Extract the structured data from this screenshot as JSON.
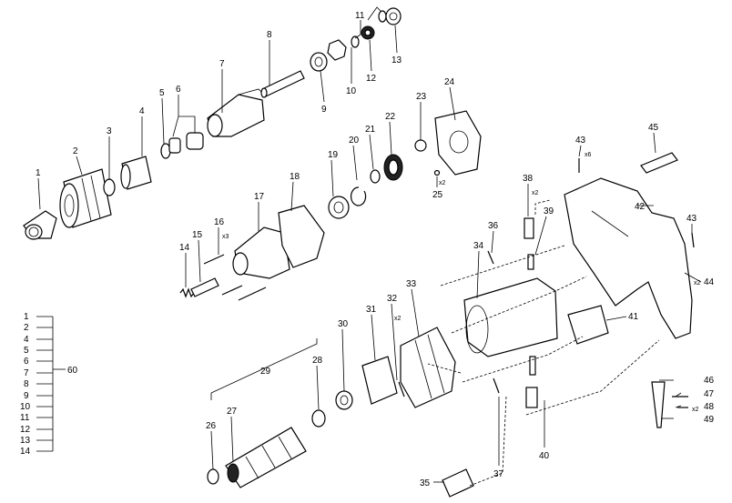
{
  "diagram": {
    "part_numbers": [
      "1",
      "2",
      "3",
      "4",
      "5",
      "6",
      "7",
      "8",
      "9",
      "10",
      "11",
      "12",
      "13",
      "14",
      "15",
      "16",
      "17",
      "18",
      "19",
      "20",
      "21",
      "22",
      "23",
      "24",
      "25",
      "26",
      "27",
      "28",
      "29",
      "30",
      "31",
      "32",
      "33",
      "34",
      "35",
      "36",
      "37",
      "38",
      "39",
      "40",
      "41",
      "42",
      "43",
      "44",
      "45",
      "46",
      "47",
      "48",
      "49",
      "60"
    ],
    "quantity_marks": {
      "16": "x3",
      "25": "x2",
      "32": "x2",
      "38": "x2",
      "43": "x6",
      "44": "x2",
      "48": "x2"
    },
    "group_list": {
      "items": [
        "1",
        "2",
        "4",
        "5",
        "6",
        "7",
        "8",
        "9",
        "10",
        "11",
        "12",
        "13",
        "14"
      ],
      "total_label": "60"
    }
  }
}
